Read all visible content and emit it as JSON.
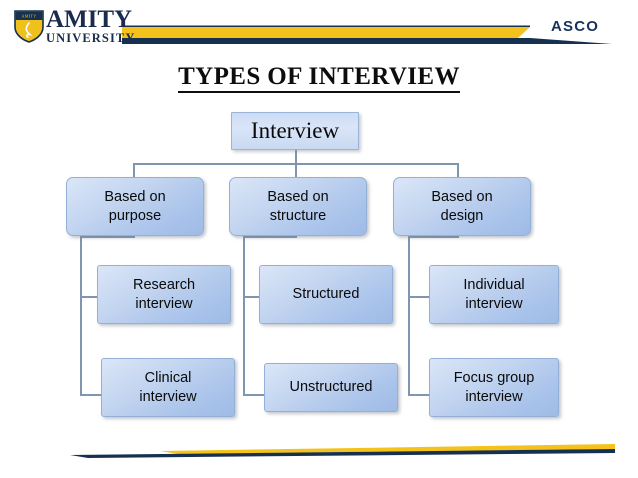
{
  "header": {
    "brand_primary": "AMITY",
    "brand_secondary": "UNIVERSITY",
    "brand_mark": "shield-logo",
    "right_label": "ASCO",
    "colors": {
      "navy": "#1b2b4d",
      "gold": "#f5c21b",
      "bar_navy": "#16304f"
    }
  },
  "title": "TYPES OF INTERVIEW",
  "chart_data": {
    "type": "diagram",
    "title": "TYPES OF INTERVIEW",
    "root": "Interview",
    "branches": [
      {
        "label": "Based on purpose",
        "line1": "Based on",
        "line2": "purpose",
        "children": [
          {
            "label": "Research interview",
            "line1": "Research",
            "line2": "interview"
          },
          {
            "label": "Clinical interview",
            "line1": "Clinical",
            "line2": "interview"
          }
        ]
      },
      {
        "label": "Based on structure",
        "line1": "Based on",
        "line2": "structure",
        "children": [
          {
            "label": "Structured",
            "line1": "Structured",
            "line2": ""
          },
          {
            "label": "Unstructured",
            "line1": "Unstructured",
            "line2": ""
          }
        ]
      },
      {
        "label": "Based on design",
        "line1": "Based on",
        "line2": "design",
        "children": [
          {
            "label": "Individual interview",
            "line1": "Individual",
            "line2": "interview"
          },
          {
            "label": "Focus group interview",
            "line1": "Focus group",
            "line2": "interview"
          }
        ]
      }
    ],
    "node_fill": "#c3d5f0",
    "node_border": "#93b0d6",
    "connector_color": "#7f95b0"
  }
}
